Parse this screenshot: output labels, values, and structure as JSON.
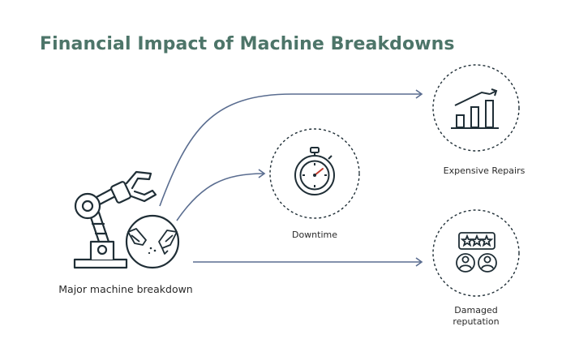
{
  "title": "Financial Impact of Machine Breakdowns",
  "source": {
    "label": "Major machine breakdown",
    "icon": "robot-arm-broken-icon"
  },
  "outcomes": [
    {
      "label": "Expensive Repairs",
      "icon": "rising-bar-chart-icon"
    },
    {
      "label": "Downtime",
      "icon": "stopwatch-icon"
    },
    {
      "label_line1": "Damaged",
      "label_line2": "reputation",
      "icon": "rating-stars-users-icon"
    }
  ],
  "colors": {
    "title": "#4d7569",
    "arrow": "#5a6d90",
    "icon_stroke": "#1f2e36",
    "accent_red": "#c0392b",
    "circle_dash": "#1f2e36"
  }
}
